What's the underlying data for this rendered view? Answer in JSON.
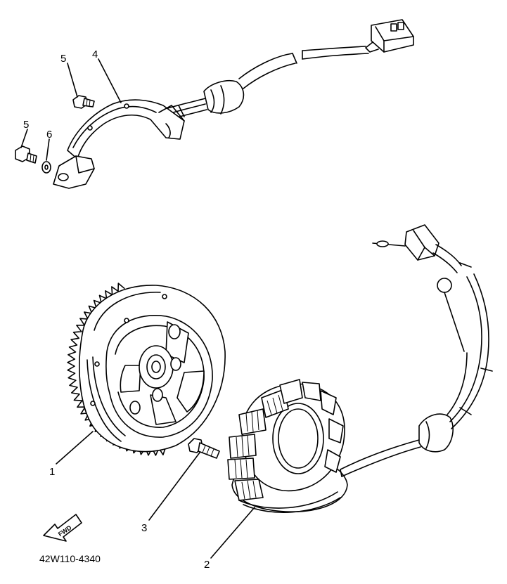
{
  "callouts": {
    "flywheel": "1",
    "stator": "2",
    "stator_bolt": "3",
    "pickup_coil": "4",
    "bolt_upper": "5",
    "bolt_lower": "5",
    "washer": "6"
  },
  "forward_arrow": {
    "label": "FWD"
  },
  "diagram_code": "42W110-4340",
  "colors": {
    "line": "#000000",
    "background": "#ffffff"
  }
}
